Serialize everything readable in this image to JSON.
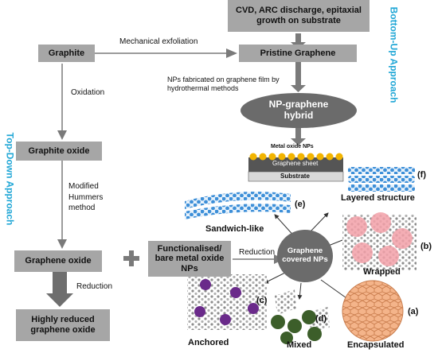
{
  "boxes": {
    "top_sources": "CVD, ARC discharge, epitaxial growth on substrate",
    "graphite": "Graphite",
    "pristine_graphene": "Pristine Graphene",
    "graphite_oxide": "Graphite oxide",
    "graphene_oxide": "Graphene oxide",
    "functionalised_np": "Functionalised/ bare metal oxide NPs",
    "highly_reduced": "Highly reduced graphene oxide"
  },
  "ellipses": {
    "np_graphene_hybrid": "NP-graphene hybrid",
    "graphene_covered": "Graphene covered NPs"
  },
  "process_labels": {
    "mechanical_exfoliation": "Mechanical exfoliation",
    "hydrothermal": "NPs fabricated on graphene film by hydrothermal  methods",
    "oxidation": "Oxidation",
    "modified_hummers": "Modified Hummers method",
    "reduction_center": "Reduction",
    "reduction_left": "Reduction"
  },
  "approaches": {
    "bottom_up": "Bottom-Up Approach",
    "top_down": "Top-Down Approach"
  },
  "substrate_figure": {
    "metal_oxide_nps": "Metal oxide NPs",
    "graphene_sheet": "Graphene sheet",
    "substrate": "Substrate"
  },
  "structures": {
    "layered": {
      "letter": "(f)",
      "name": "Layered structure"
    },
    "sandwich": {
      "letter": "(e)",
      "name": "Sandwich-like"
    },
    "wrapped": {
      "letter": "(b)",
      "name": "Wrapped"
    },
    "anchored": {
      "letter": "(c)",
      "name": "Anchored"
    },
    "mixed": {
      "letter": "(d)",
      "name": "Mixed"
    },
    "encapsulated": {
      "letter": "(a)",
      "name": "Encapsulated"
    }
  },
  "colors": {
    "box_gray": "#a6a6a6",
    "ellipse_gray": "#6b6b6b",
    "approach_text": "#21a7d6",
    "np_yellow": "#f2b400",
    "graphene_blue": "#3d8fd8",
    "np_purple": "#6a2a8a",
    "np_green": "#3c5e2a",
    "np_pink": "#f2a0a8",
    "np_orange": "#f0a878"
  }
}
